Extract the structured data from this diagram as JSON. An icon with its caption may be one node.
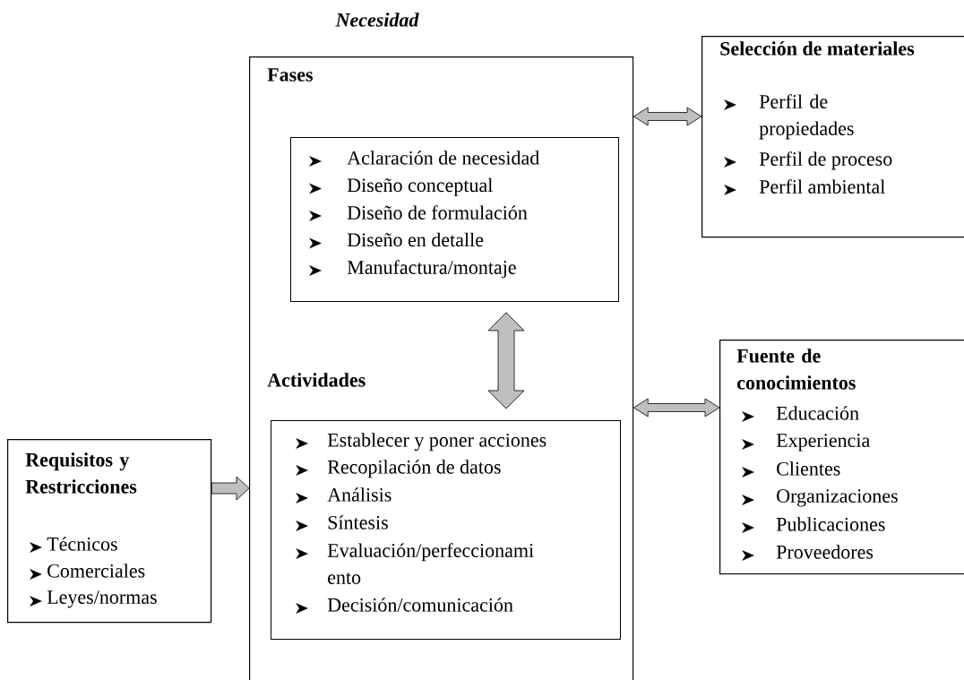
{
  "diagram": {
    "nodes": [
      {
        "text": [
          "Fases",
          "Actividades"
        ]
      },
      {
        "text": [
          "Aclaración de necesidad",
          "Diseño conceptual",
          "Diseño de formulación",
          "Diseño en detalle",
          "Manufactura/montaje"
        ],
        "in": 0
      },
      {
        "text": [
          "Establecer y poner acciones",
          "Recopilación de datos",
          "Análisis",
          "Síntesis",
          "Evaluación/perfeccionami ento",
          "Decisión/comunicación"
        ],
        "in": 0
      },
      {
        "text": [
          "Requisitos y Restricciones",
          "Técnicos",
          "Comerciales",
          "Leyes/normas"
        ]
      },
      {
        "text": [
          "Selección de materiales",
          "Perfil de propiedades",
          "Perfil de proceso",
          "Perfil ambiental"
        ]
      },
      {
        "text": [
          "Fuente de conocimientos",
          "Educación",
          "Experiencia",
          "Clientes",
          "Organizaciones",
          "Publicaciones",
          "Proveedores"
        ]
      }
    ],
    "edges": [
      {
        "from": 0,
        "to": 4,
        "arrow": "both"
      },
      {
        "from": 1,
        "to": 2,
        "arrow": "both"
      },
      {
        "from": 3,
        "to": 0,
        "arrow": "to"
      },
      {
        "from": 0,
        "to": 5,
        "arrow": "both"
      }
    ],
    "labels": [
      "Necesidad"
    ]
  }
}
